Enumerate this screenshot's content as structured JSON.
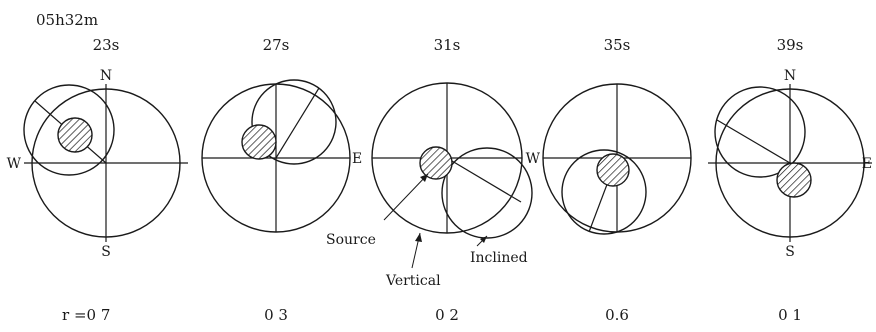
{
  "time_header": "05h32m",
  "compass": {
    "north": "N",
    "south": "S",
    "east": "E",
    "west": "W"
  },
  "annotations": {
    "source": "Source",
    "vertical": "Vertical",
    "inclined": "Inclined"
  },
  "panels": [
    {
      "time": "23s",
      "ratio": "r =0 7",
      "compass_labels": [
        "N",
        "S",
        "W"
      ]
    },
    {
      "time": "27s",
      "ratio": "0 3",
      "compass_labels": [
        "E"
      ]
    },
    {
      "time": "31s",
      "ratio": "0 2",
      "compass_labels": []
    },
    {
      "time": "35s",
      "ratio": "0.6",
      "compass_labels": [
        "W"
      ]
    },
    {
      "time": "39s",
      "ratio": "0 1",
      "compass_labels": [
        "N",
        "S",
        "E"
      ]
    }
  ],
  "colors": {
    "line": "#1a1a1a",
    "hatch": "#1a1a1a",
    "background": "#ffffff"
  }
}
